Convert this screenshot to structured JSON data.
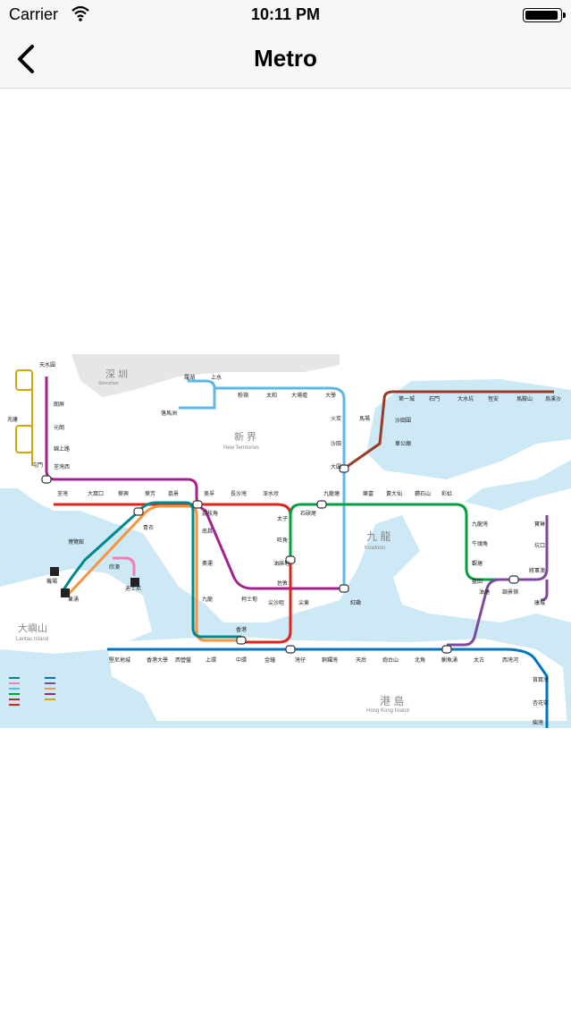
{
  "status_bar": {
    "carrier": "Carrier",
    "time": "10:11 PM"
  },
  "nav": {
    "title": "Metro"
  },
  "map": {
    "regions": {
      "new_territories": "新 界",
      "new_territories_en": "New Territories",
      "kowloon": "九 龍",
      "kowloon_en": "Kowloon",
      "hong_kong_island": "港 島",
      "hong_kong_island_en": "Hong Kong Island",
      "lantau": "大嶼山",
      "lantau_en": "Lantau Island",
      "shenzhen": "深 圳",
      "shenzhen_en": "Shenzhen"
    },
    "stations": {
      "tin_shui_wai": "天水圍",
      "siu_hong": "兆康",
      "tuen_mun": "屯門",
      "kam_sheung_road": "錦上路",
      "tsuen_wan_west": "荃灣西",
      "tsuen_wan": "荃灣",
      "tai_wo_hau": "大窩口",
      "kwai_hing": "葵興",
      "kwai_fong": "葵芳",
      "lai_king": "荔景",
      "mei_foo": "美孚",
      "cheung_sha_wan": "長沙灣",
      "sham_shui_po": "深水埗",
      "prince_edward": "太子",
      "mong_kok": "旺角",
      "yau_ma_tei": "油麻地",
      "jordan": "佐敦",
      "tsim_sha_tsui": "尖沙咀",
      "east_tst": "尖東",
      "hung_hom": "紅磡",
      "kowloon_tong": "九龍塘",
      "shek_kip_mei": "石硤尾",
      "lok_fu": "樂富",
      "wong_tai_sin": "黃大仙",
      "diamond_hill": "鑽石山",
      "choi_hung": "彩虹",
      "kowloon_bay": "九龍灣",
      "ngau_tau_kok": "牛頭角",
      "kwun_tong": "觀塘",
      "lam_tin": "藍田",
      "yau_tong": "油塘",
      "tiu_keng_leng": "調景嶺",
      "tseung_kwan_o": "將軍澳",
      "po_lam": "寶琳",
      "hang_hau": "坑口",
      "lohas_park": "康城",
      "lo_wu": "羅湖",
      "sheung_shui": "上水",
      "lok_ma_chau": "落馬洲",
      "fanling": "粉嶺",
      "tai_wo": "太和",
      "tai_po_market": "大埔墟",
      "university": "大學",
      "fo_tan": "火炭",
      "racecourse": "馬場",
      "sha_tin": "沙田",
      "tai_wai": "大圍",
      "wu_kai_sha": "烏溪沙",
      "ma_on_shan": "馬鞍山",
      "heng_on": "恆安",
      "tai_shui_hang": "大水坑",
      "shek_mun": "石門",
      "city_one": "第一城",
      "sha_tin_wai": "沙田圍",
      "che_kung_temple": "車公廟",
      "tsing_yi": "青衣",
      "sunny_bay": "欣澳",
      "disneyland": "迪士尼",
      "tung_chung": "東涌",
      "airport": "機場",
      "asiaworld": "博覽館",
      "nam_cheong": "南昌",
      "olympic": "奧運",
      "kowloon": "九龍",
      "hong_kong": "香港",
      "austin": "柯士甸",
      "kennedy_town": "堅尼地城",
      "hku": "香港大學",
      "sai_ying_pun": "西營盤",
      "sheung_wan": "上環",
      "central": "中環",
      "admiralty": "金鐘",
      "wan_chai": "灣仔",
      "causeway_bay": "銅鑼灣",
      "tin_hau": "天后",
      "fortress_hill": "炮台山",
      "north_point": "北角",
      "quarry_bay": "鰂魚涌",
      "tai_koo": "太古",
      "sai_wan_ho": "西灣河",
      "shau_kei_wan": "筲箕灣",
      "heng_fa_chuen": "杏花邨",
      "chai_wan": "柴灣",
      "lai_chi_kok": "荔枝角",
      "long_ping": "朗屏",
      "yuen_long": "元朗"
    },
    "colors": {
      "tsuen_wan_line": "#e2231a",
      "island_line": "#0075c2",
      "kwun_tong_line": "#00a040",
      "tseung_kwan_o_line": "#7d499d",
      "east_rail_line": "#5eb7e8",
      "ma_on_shan_line": "#9a3b26",
      "west_rail_line": "#a3238e",
      "tung_chung_line": "#f7943e",
      "airport_express": "#00888a",
      "disneyland_line": "#f17fb1",
      "light_rail": "#d3a809",
      "water": "#cde9f5",
      "land": "#ffffff"
    }
  }
}
